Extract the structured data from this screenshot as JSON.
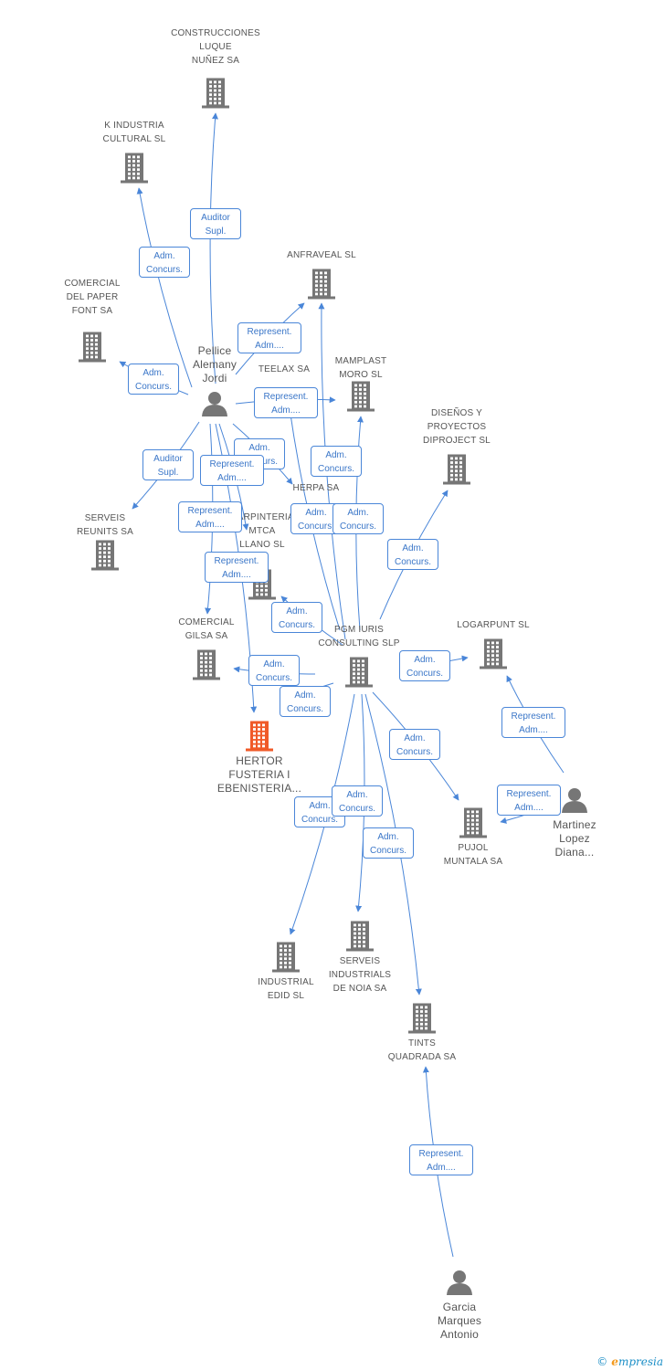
{
  "colors": {
    "edge": "#4a86d8",
    "node": "#767676",
    "target": "#f05a28",
    "text": "#555555"
  },
  "nodes": [
    {
      "id": "construcciones",
      "type": "company",
      "lines": [
        "CONSTRUCCIONES",
        "LUQUE",
        "NUÑEZ SA"
      ]
    },
    {
      "id": "kindustria",
      "type": "company",
      "lines": [
        "K INDUSTRIA",
        "CULTURAL SL"
      ]
    },
    {
      "id": "anfraveal",
      "type": "company",
      "lines": [
        "ANFRAVEAL SL"
      ]
    },
    {
      "id": "comercialpaper",
      "type": "company",
      "lines": [
        "COMERCIAL",
        "DEL PAPER",
        "FONT SA"
      ]
    },
    {
      "id": "pellice",
      "type": "person",
      "lines": [
        "Pellice",
        "Alemany",
        "Jordi"
      ]
    },
    {
      "id": "teelax",
      "type": "company",
      "lines": [
        "TEELAX SA"
      ]
    },
    {
      "id": "mamplast",
      "type": "company",
      "lines": [
        "MAMPLAST",
        "MORO SL"
      ]
    },
    {
      "id": "disenos",
      "type": "company",
      "lines": [
        "DISEÑOS Y",
        "PROYECTOS",
        "DIPROJECT SL"
      ]
    },
    {
      "id": "herpa",
      "type": "company",
      "lines": [
        "HERPA SA"
      ]
    },
    {
      "id": "serveisreunits",
      "type": "company",
      "lines": [
        "SERVEIS",
        "REUNITS SA"
      ]
    },
    {
      "id": "carpinteria",
      "type": "company",
      "lines": [
        "CARPINTERIA",
        "MTCA",
        "LLANO SL"
      ]
    },
    {
      "id": "comercialgilsa",
      "type": "company",
      "lines": [
        "COMERCIAL",
        "GILSA SA"
      ]
    },
    {
      "id": "pgm",
      "type": "company",
      "lines": [
        "PGM IURIS",
        "CONSULTING SLP"
      ]
    },
    {
      "id": "logarpunt",
      "type": "company",
      "lines": [
        "LOGARPUNT SL"
      ]
    },
    {
      "id": "hertor",
      "type": "target",
      "lines": [
        "HERTOR",
        "FUSTERIA I",
        "EBENISTERIA..."
      ]
    },
    {
      "id": "martinez",
      "type": "person",
      "lines": [
        "Martinez",
        "Lopez",
        "Diana..."
      ]
    },
    {
      "id": "pujol",
      "type": "company",
      "lines": [
        "PUJOL",
        "MUNTALA SA"
      ]
    },
    {
      "id": "industrialedid",
      "type": "company",
      "lines": [
        "INDUSTRIAL",
        "EDID SL"
      ]
    },
    {
      "id": "serveisindustrials",
      "type": "company",
      "lines": [
        "SERVEIS",
        "INDUSTRIALS",
        "DE NOIA SA"
      ]
    },
    {
      "id": "tints",
      "type": "company",
      "lines": [
        "TINTS",
        "QUADRADA SA"
      ]
    },
    {
      "id": "garcia",
      "type": "person",
      "lines": [
        "Garcia",
        "Marques",
        "Antonio"
      ]
    }
  ],
  "edges": [
    {
      "from": "pellice",
      "to": "construcciones",
      "label": [
        "Auditor",
        "Supl."
      ]
    },
    {
      "from": "pellice",
      "to": "kindustria",
      "label": [
        "Adm.",
        "Concurs."
      ]
    },
    {
      "from": "pellice",
      "to": "anfraveal",
      "label": [
        "Represent.",
        "Adm...."
      ]
    },
    {
      "from": "pellice",
      "to": "comercialpaper",
      "label": [
        "Adm.",
        "Concurs."
      ]
    },
    {
      "from": "pellice",
      "to": "mamplast",
      "label": [
        "Represent.",
        "Adm...."
      ]
    },
    {
      "from": "pellice",
      "to": "herpa",
      "label": [
        "Adm.",
        "Concurs."
      ]
    },
    {
      "from": "pellice",
      "to": "serveisreunits",
      "label": [
        "Auditor",
        "Supl."
      ]
    },
    {
      "from": "pellice",
      "to": "carpinteria",
      "label": [
        "Represent.",
        "Adm...."
      ]
    },
    {
      "from": "pellice",
      "to": "comercialgilsa",
      "label": [
        "Represent.",
        "Adm...."
      ]
    },
    {
      "from": "pellice",
      "to": "hertor",
      "label": [
        "Represent.",
        "Adm...."
      ]
    },
    {
      "from": "pgm",
      "to": "anfraveal",
      "label": [
        "Adm.",
        "Concurs."
      ]
    },
    {
      "from": "pgm",
      "to": "teelax",
      "label": [
        "Adm.",
        "Concurs."
      ]
    },
    {
      "from": "pgm",
      "to": "mamplast",
      "label": [
        "Adm.",
        "Concurs."
      ]
    },
    {
      "from": "pgm",
      "to": "disenos",
      "label": [
        "Adm.",
        "Concurs."
      ]
    },
    {
      "from": "pgm",
      "to": "carpinteria",
      "label": [
        "Adm.",
        "Concurs."
      ]
    },
    {
      "from": "pgm",
      "to": "comercialgilsa",
      "label": [
        "Adm.",
        "Concurs."
      ]
    },
    {
      "from": "pgm",
      "to": "hertor",
      "label": [
        "Adm.",
        "Concurs."
      ]
    },
    {
      "from": "pgm",
      "to": "logarpunt",
      "label": [
        "Adm.",
        "Concurs."
      ]
    },
    {
      "from": "pgm",
      "to": "pujol",
      "label": [
        "Adm.",
        "Concurs."
      ]
    },
    {
      "from": "pgm",
      "to": "industrialedid",
      "label": [
        "Adm.",
        "Concurs."
      ]
    },
    {
      "from": "pgm",
      "to": "serveisindustrials",
      "label": [
        "Adm.",
        "Concurs."
      ]
    },
    {
      "from": "pgm",
      "to": "tints",
      "label": [
        "Adm.",
        "Concurs."
      ]
    },
    {
      "from": "martinez",
      "to": "logarpunt",
      "label": [
        "Represent.",
        "Adm...."
      ]
    },
    {
      "from": "martinez",
      "to": "pujol",
      "label": [
        "Represent.",
        "Adm...."
      ]
    },
    {
      "from": "garcia",
      "to": "tints",
      "label": [
        "Represent.",
        "Adm...."
      ]
    }
  ],
  "watermark": {
    "copyright": "©",
    "brand_initial": "e",
    "brand_rest": "mpresia"
  }
}
